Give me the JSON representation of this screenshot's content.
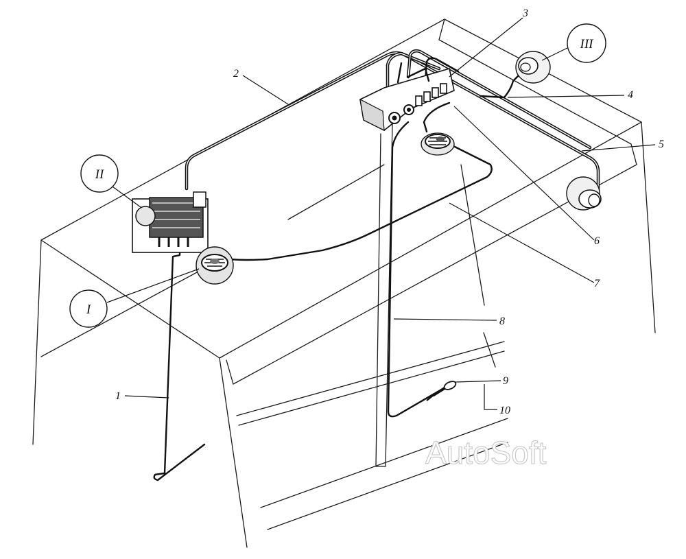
{
  "watermark": "AutoSoft",
  "callouts": {
    "n1": "1",
    "n2": "2",
    "n3": "3",
    "n4": "4",
    "n5": "5",
    "n6": "6",
    "n7": "7",
    "n8": "8",
    "n9": "9",
    "n10": "10"
  },
  "views": {
    "v1": "I",
    "v2": "II",
    "v3": "III"
  }
}
